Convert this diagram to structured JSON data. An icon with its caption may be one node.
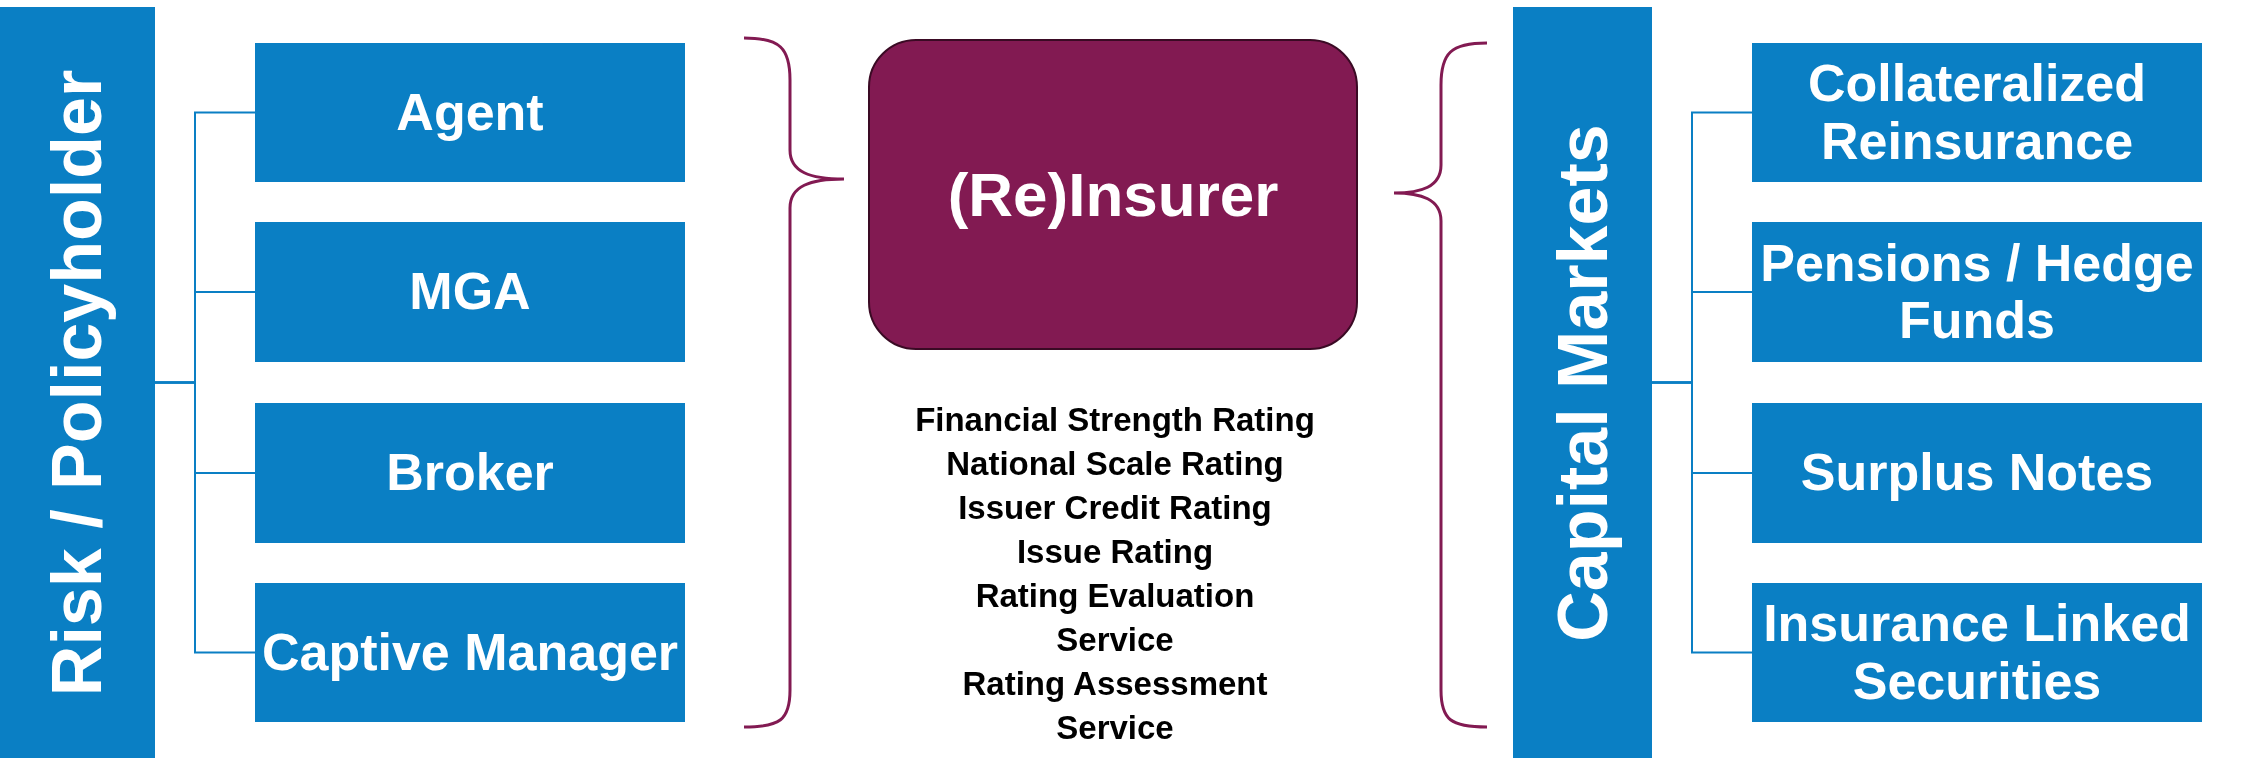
{
  "diagram": {
    "nodes": [
      {
        "text": [
          "Risk / Policyholder"
        ]
      },
      {
        "text": [
          "Agent"
        ]
      },
      {
        "text": [
          "MGA"
        ]
      },
      {
        "text": [
          "Broker"
        ]
      },
      {
        "text": [
          "Captive Manager"
        ]
      },
      {
        "text": [
          "(Re)Insurer"
        ]
      },
      {
        "text": [
          "Capital Markets"
        ]
      },
      {
        "text": [
          "Collateralized Reinsurance"
        ]
      },
      {
        "text": [
          "Pensions / Hedge Funds"
        ]
      },
      {
        "text": [
          "Surplus Notes"
        ]
      },
      {
        "text": [
          "Insurance Linked Securities"
        ]
      }
    ],
    "edges": [
      {
        "from": 0,
        "to": 1,
        "arrow": "none"
      },
      {
        "from": 0,
        "to": 2,
        "arrow": "none"
      },
      {
        "from": 0,
        "to": 3,
        "arrow": "none"
      },
      {
        "from": 0,
        "to": 4,
        "arrow": "none"
      },
      {
        "from": 6,
        "to": 7,
        "arrow": "none"
      },
      {
        "from": 6,
        "to": 8,
        "arrow": "none"
      },
      {
        "from": 6,
        "to": 9,
        "arrow": "none"
      },
      {
        "from": 6,
        "to": 10,
        "arrow": "none"
      }
    ],
    "labels": [
      "Financial Strength Rating",
      "National Scale Rating",
      "Issuer Credit Rating",
      "Issue Rating",
      "Rating Evaluation Service",
      "Rating Assessment Service"
    ]
  }
}
